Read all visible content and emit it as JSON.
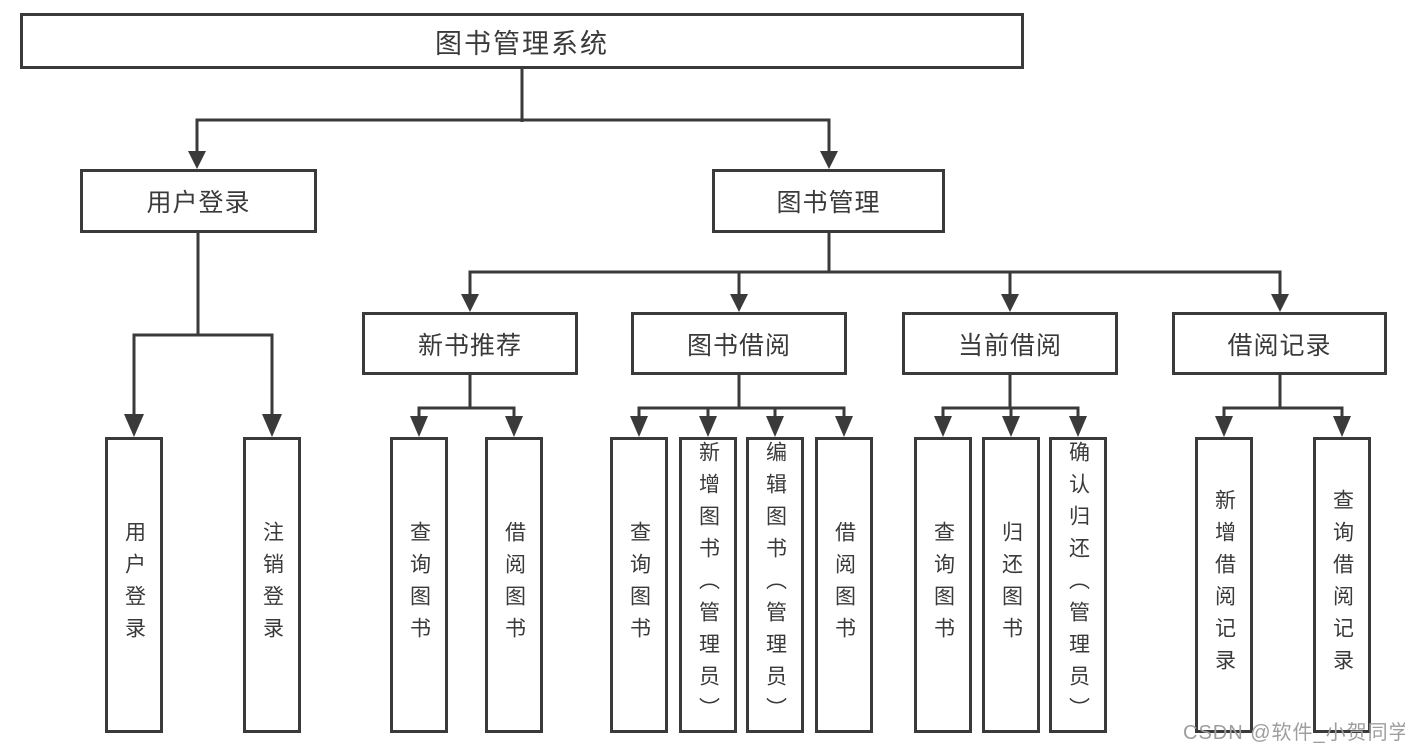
{
  "diagram": {
    "title": "图书管理系统",
    "branches": [
      {
        "label": "用户登录",
        "children": [
          "用户登录",
          "注销登录"
        ]
      },
      {
        "label": "图书管理",
        "sections": [
          {
            "label": "新书推荐",
            "children": [
              "查询图书",
              "借阅图书"
            ]
          },
          {
            "label": "图书借阅",
            "children": [
              "查询图书",
              "新增图书（管理员）",
              "编辑图书（管理员）",
              "借阅图书"
            ]
          },
          {
            "label": "当前借阅",
            "children": [
              "查询图书",
              "归还图书",
              "确认归还（管理员）"
            ]
          },
          {
            "label": "借阅记录",
            "children": [
              "新增借阅记录",
              "查询借阅记录"
            ]
          }
        ]
      }
    ]
  },
  "watermark": {
    "text": "CSDN @软件_小贺同学"
  },
  "colors": {
    "line": "#3a3a3a",
    "text": "#3a3a3a",
    "box-fill": "#ffffff",
    "watermark": "#9e9e9e"
  }
}
